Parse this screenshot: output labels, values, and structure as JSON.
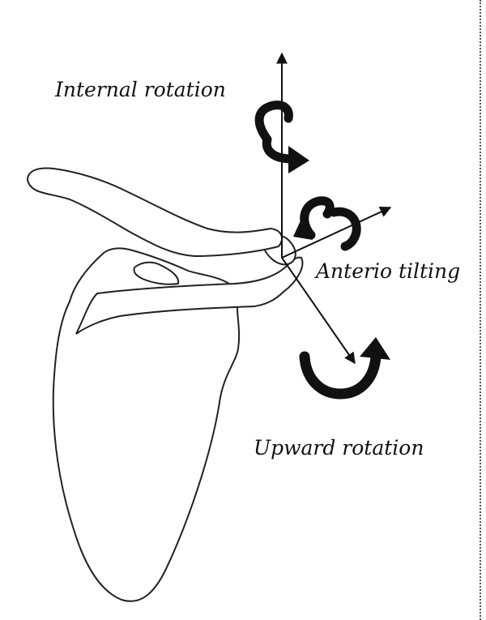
{
  "labels": {
    "internal_rotation": "Internal rotation",
    "anterior_tilting": "Anterio tilting",
    "upward_rotation": "Upward rotation"
  },
  "colors": {
    "ink": "#111111",
    "outline": "#222222",
    "background": "#ffffff"
  },
  "icons": {
    "internal_rotation_arrow": "curved-rotation-arrow",
    "anterior_tilting_arrow": "curved-rotation-arrow",
    "upward_rotation_arrow": "curved-rotation-arrow"
  }
}
